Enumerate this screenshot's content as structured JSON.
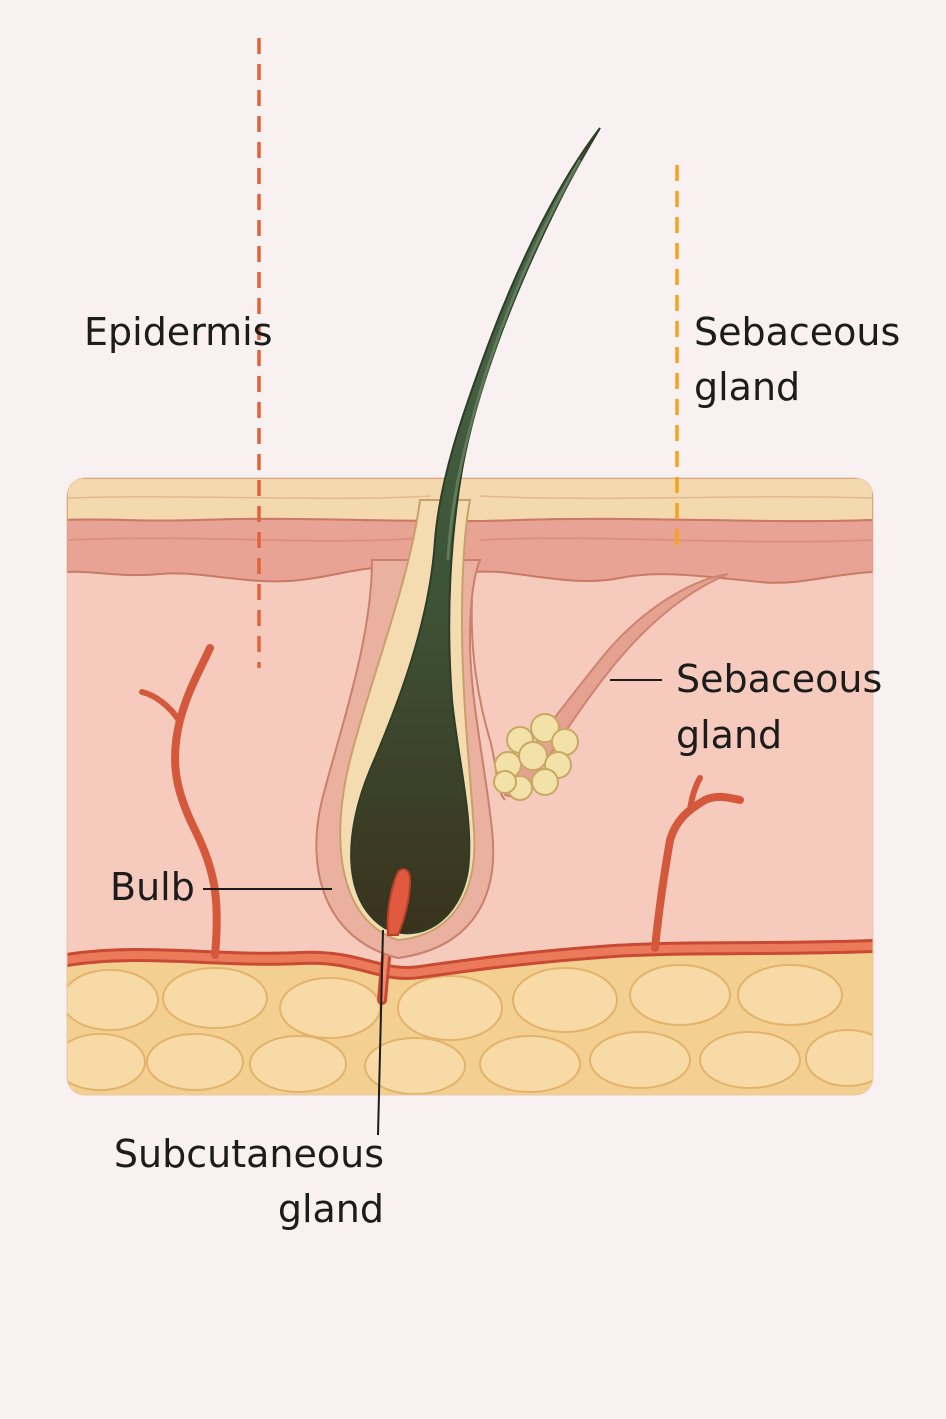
{
  "labels": {
    "epidermis": "Epidermis",
    "sebaceous_top_line1": "Sebaceous",
    "sebaceous_top_line2": "gland",
    "sebaceous_mid_line1": "Sebaceous",
    "sebaceous_mid_line2": "gland",
    "bulb": "Bulb",
    "subcutaneous_line1": "Subcutaneous",
    "subcutaneous_line2": "gland"
  },
  "colors": {
    "background": "#f9f1f1",
    "stratum": "#f5d9ae",
    "epidermis_band": "#e9a394",
    "dermis": "#f6cbbd",
    "fat_layer": "#f3cf91",
    "fat_cell": "#f7daa6",
    "vessel": "#e05a3c",
    "hair": "#3d5a3c",
    "bulb_dark": "#3a3520",
    "gland_cluster": "#f3e2a8",
    "epidermis_marker": "#e0643a",
    "sebaceous_marker": "#f2a41f"
  }
}
